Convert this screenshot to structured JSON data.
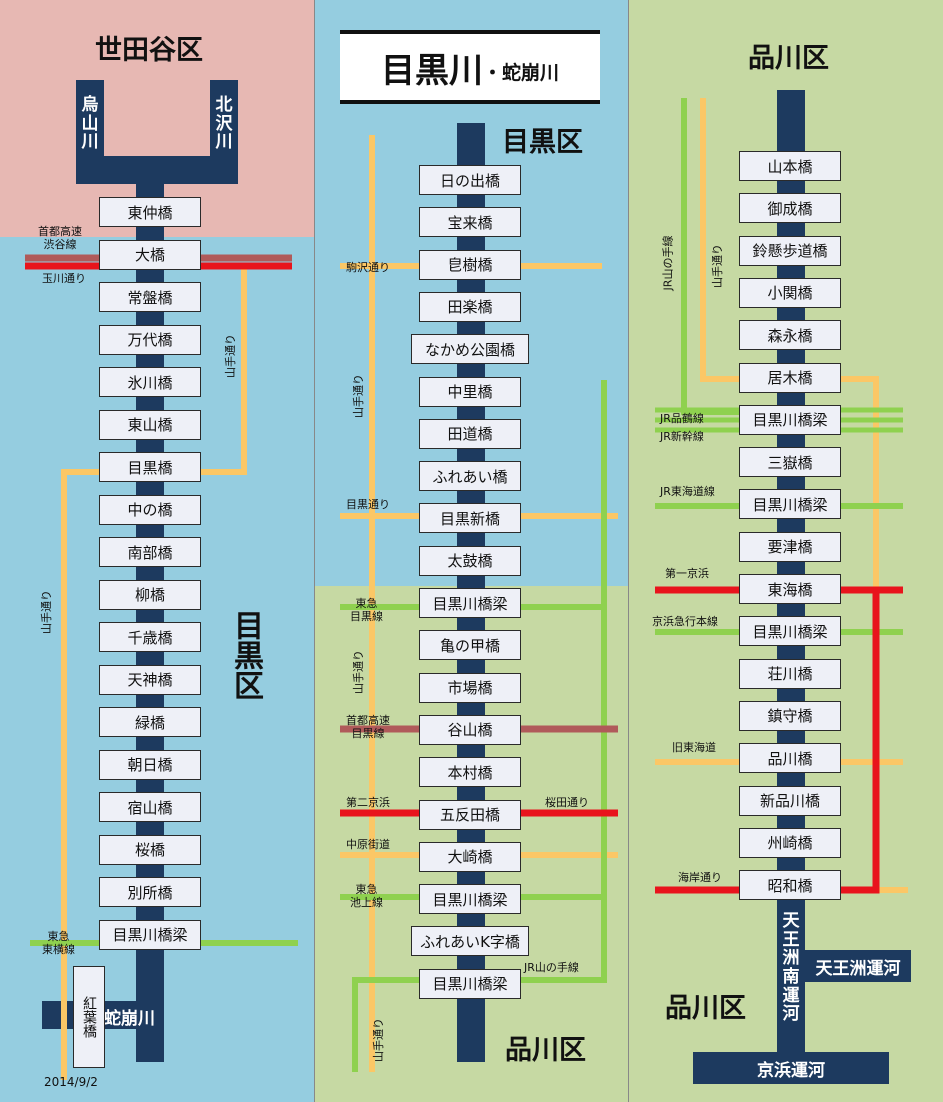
{
  "colors": {
    "setagaya_bg": "#e7b8b3",
    "meguro_bg": "#95cde0",
    "shinagawa_bg": "#c6d9a3",
    "river": "#1d3a5f",
    "yamanote_road": "#fbc766",
    "rail_green": "#8fd14f",
    "rail_red": "#e8141c",
    "expressway": "#b05a5a"
  },
  "wards": {
    "setagaya": "世田谷区",
    "meguro_left": "目黒区",
    "meguro_center": "目黒区",
    "shinagawa_center": "品川区",
    "shinagawa_right_top": "品川区",
    "shinagawa_right_bottom": "品川区"
  },
  "title": {
    "main": "目黒川",
    "sub": "・蛇崩川"
  },
  "rivers": {
    "karasuyama": "烏山川",
    "kitazawa": "北沢川",
    "jakuzure": "蛇崩川",
    "tennozu_minami": "天王洲南運河",
    "tennozu": "天王洲運河",
    "keihin": "京浜運河"
  },
  "columns": {
    "left": [
      "東仲橋",
      "大橋",
      "常盤橋",
      "万代橋",
      "氷川橋",
      "東山橋",
      "目黒橋",
      "中の橋",
      "南部橋",
      "柳橋",
      "千歳橋",
      "天神橋",
      "緑橋",
      "朝日橋",
      "宿山橋",
      "桜橋",
      "別所橋",
      "目黒川橋梁"
    ],
    "center": [
      "日の出橋",
      "宝来橋",
      "皀樹橋",
      "田楽橋",
      "なかめ公園橋",
      "中里橋",
      "田道橋",
      "ふれあい橋",
      "目黒新橋",
      "太鼓橋",
      "目黒川橋梁",
      "亀の甲橋",
      "市場橋",
      "谷山橋",
      "本村橋",
      "五反田橋",
      "大崎橋",
      "目黒川橋梁",
      "ふれあいK字橋",
      "目黒川橋梁"
    ],
    "right": [
      "山本橋",
      "御成橋",
      "鈴懸歩道橋",
      "小関橋",
      "森永橋",
      "居木橋",
      "目黒川橋梁",
      "三嶽橋",
      "目黒川橋梁",
      "要津橋",
      "東海橋",
      "目黒川橋梁",
      "荘川橋",
      "鎮守橋",
      "品川橋",
      "新品川橋",
      "州崎橋",
      "昭和橋"
    ]
  },
  "momiji": "紅葉橋",
  "labels": {
    "shuto_shibuya_1": "首都高速",
    "shuto_shibuya_2": "渋谷線",
    "tamagawa": "玉川通り",
    "yamate_left_upper": "山手通り",
    "yamate_left_lower": "山手通り",
    "toyoko_1": "東急",
    "toyoko_2": "東横線",
    "date": "2014/9/2",
    "komazawa": "駒沢通り",
    "yamate_center_upper": "山手通り",
    "meguro_dori": "目黒通り",
    "meguro_line_1": "東急",
    "meguro_line_2": "目黒線",
    "yamate_center_mid": "山手通り",
    "shuto_meguro_1": "首都高速",
    "shuto_meguro_2": "目黒線",
    "daini_keihin": "第二京浜",
    "sakurada": "桜田通り",
    "nakahara": "中原街道",
    "ikegami_1": "東急",
    "ikegami_2": "池上線",
    "jr_yamanote_center": "JR山の手線",
    "yamate_center_lower": "山手通り",
    "jr_yamanote_right": "JR山の手線",
    "yamate_right": "山手通り",
    "jr_hinkaku": "JR品鶴線",
    "jr_shinkansen": "JR新幹線",
    "jr_tokaido": "JR東海道線",
    "daiichi_keihin": "第一京浜",
    "keikyu": "京浜急行本線",
    "kyu_tokaido": "旧東海道",
    "kaigan": "海岸通り"
  }
}
